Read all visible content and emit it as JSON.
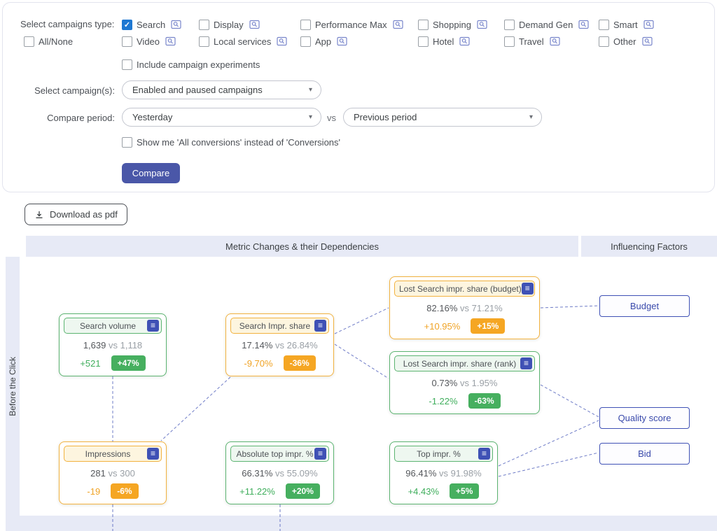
{
  "colors": {
    "checked_blue": "#1e78d2",
    "button_indigo": "#4a57a8",
    "band_lavender": "#e7eaf6",
    "green": "#46af5f",
    "amber": "#f5a623",
    "factor_indigo": "#3949ab"
  },
  "icons": {
    "caret": "▾",
    "menu": "≡",
    "check": "✓"
  },
  "filters": {
    "type_label": "Select campaigns type:",
    "row1": [
      {
        "label": "Search",
        "checked": true
      },
      {
        "label": "Display",
        "checked": false
      },
      {
        "label": "Performance Max",
        "checked": false
      },
      {
        "label": "Shopping",
        "checked": false
      },
      {
        "label": "Demand Gen",
        "checked": false
      },
      {
        "label": "Smart",
        "checked": false
      }
    ],
    "row2": [
      {
        "label": "All/None",
        "checked": false
      },
      {
        "label": "Video",
        "checked": false
      },
      {
        "label": "Local services",
        "checked": false
      },
      {
        "label": "App",
        "checked": false
      },
      {
        "label": "Hotel",
        "checked": false
      },
      {
        "label": "Travel",
        "checked": false
      },
      {
        "label": "Other",
        "checked": false
      }
    ],
    "experiments": {
      "label": "Include campaign experiments",
      "checked": false
    },
    "campaign_select": {
      "label": "Select campaign(s):",
      "value": "Enabled and paused campaigns"
    },
    "compare_period": {
      "label": "Compare period:",
      "value": "Yesterday",
      "vs": "vs",
      "compare_value": "Previous period"
    },
    "conversions": {
      "label": "Show me 'All conversions' instead of 'Conversions'",
      "checked": false
    },
    "compare_button": "Compare"
  },
  "toolbar": {
    "download_label": "Download as pdf"
  },
  "diagram": {
    "header_left": "Metric Changes & their Dependencies",
    "header_right": "Influencing Factors",
    "side_label": "Before the Click",
    "cards": [
      {
        "title": "Search volume",
        "value": "1,639",
        "vs": "vs 1,118",
        "delta": "+521",
        "pct": "+47%",
        "theme": "green"
      },
      {
        "title": "Search Impr. share",
        "value": "17.14%",
        "vs": "vs 26.84%",
        "delta": "-9.70%",
        "pct": "-36%",
        "theme": "amber"
      },
      {
        "title": "Lost Search impr. share (budget)",
        "value": "82.16%",
        "vs": "vs 71.21%",
        "delta": "+10.95%",
        "pct": "+15%",
        "theme": "amber"
      },
      {
        "title": "Lost Search impr. share (rank)",
        "value": "0.73%",
        "vs": "vs 1.95%",
        "delta": "-1.22%",
        "pct": "-63%",
        "theme": "green"
      },
      {
        "title": "Impressions",
        "value": "281",
        "vs": "vs 300",
        "delta": "-19",
        "pct": "-6%",
        "theme": "amber"
      },
      {
        "title": "Absolute top impr. %",
        "value": "66.31%",
        "vs": "vs 55.09%",
        "delta": "+11.22%",
        "pct": "+20%",
        "theme": "green"
      },
      {
        "title": "Top impr. %",
        "value": "96.41%",
        "vs": "vs 91.98%",
        "delta": "+4.43%",
        "pct": "+5%",
        "theme": "green"
      }
    ],
    "factors": [
      {
        "label": "Budget"
      },
      {
        "label": "Quality score"
      },
      {
        "label": "Bid"
      }
    ]
  }
}
